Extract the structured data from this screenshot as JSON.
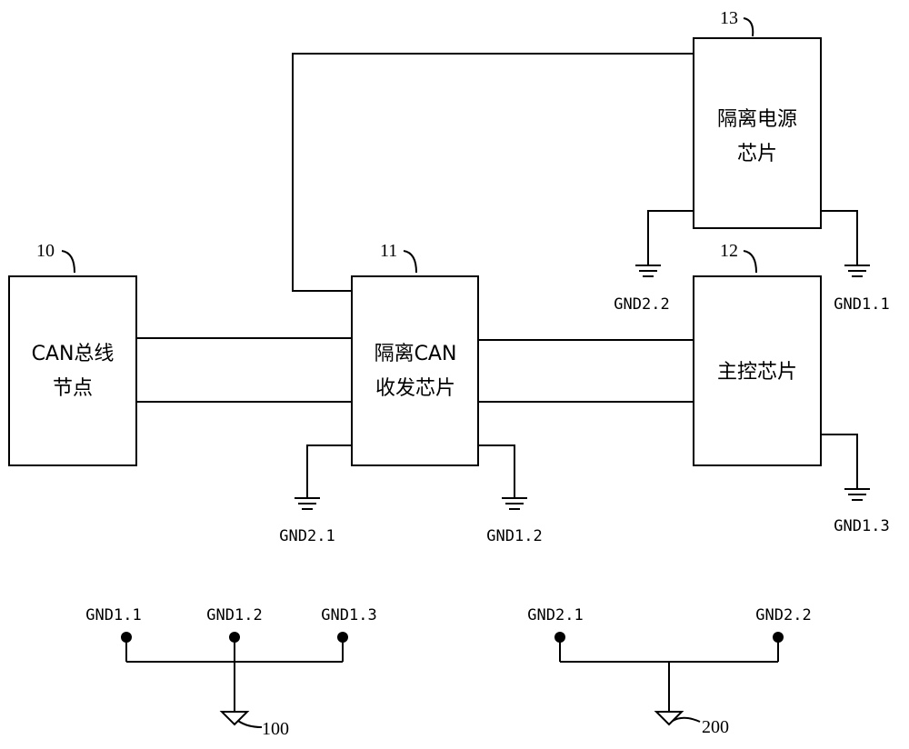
{
  "blocks": {
    "can_node": {
      "ref": "10",
      "line1": "CAN总线",
      "line2": "节点"
    },
    "iso_can": {
      "ref": "11",
      "line1": "隔离CAN",
      "line2": "收发芯片"
    },
    "main_chip": {
      "ref": "12",
      "line1": "主控芯片"
    },
    "iso_power": {
      "ref": "13",
      "line1": "隔离电源",
      "line2": "芯片"
    }
  },
  "grounds": {
    "gnd2_1": "GND2.1",
    "gnd1_2": "GND1.2",
    "gnd2_2": "GND2.2",
    "gnd1_1": "GND1.1",
    "gnd1_3": "GND1.3"
  },
  "ground_groups": {
    "group100": {
      "ref": "100",
      "members": [
        "GND1.1",
        "GND1.2",
        "GND1.3"
      ]
    },
    "group200": {
      "ref": "200",
      "members": [
        "GND2.1",
        "GND2.2"
      ]
    }
  }
}
